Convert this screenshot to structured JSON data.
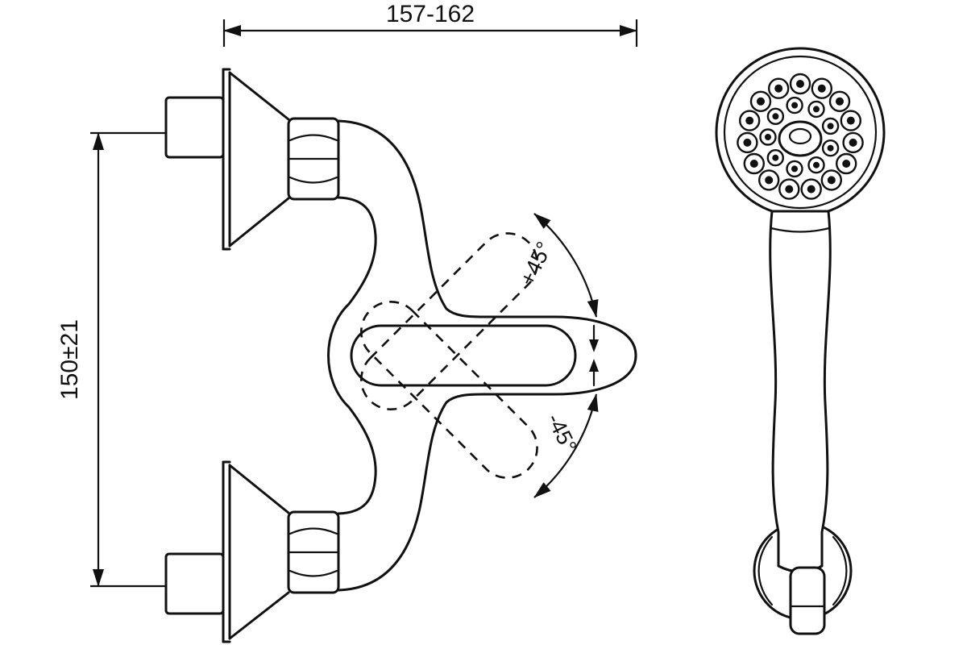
{
  "drawing": {
    "background_color": "#ffffff",
    "line_color": "#111111",
    "labels": {
      "width_range": "157-162",
      "mount_height": "150±21",
      "angle_up": "+45°",
      "angle_down": "-45°"
    }
  }
}
